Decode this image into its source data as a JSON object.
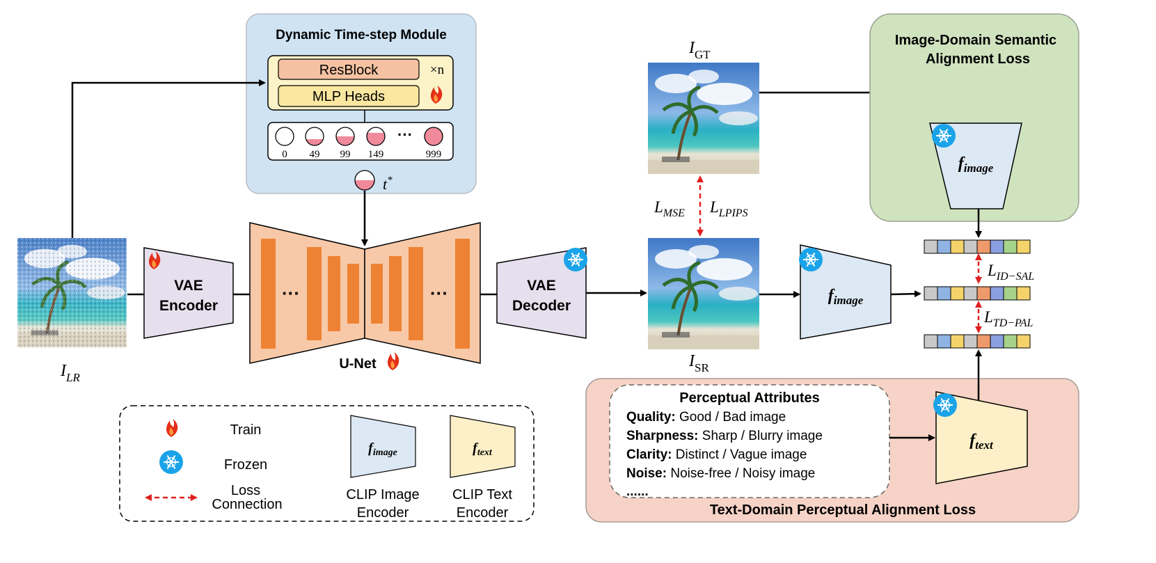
{
  "dynamic_module": {
    "title": "Dynamic Time-step Module",
    "resblock_label": "ResBlock",
    "repeat_label": "×n",
    "mlp_label": "MLP Heads",
    "timesteps": [
      "0",
      "49",
      "99",
      "149",
      "999"
    ],
    "timestep_fills": [
      0,
      0.35,
      0.5,
      0.7,
      1.0
    ],
    "ellipsis": "···",
    "t_star": "t*"
  },
  "inputs": {
    "lr_label": "I_LR",
    "gt_label": "I_GT",
    "sr_label": "I_SR"
  },
  "vae_encoder": {
    "line1": "VAE",
    "line2": "Encoder"
  },
  "vae_decoder": {
    "line1": "VAE",
    "line2": "Decoder"
  },
  "unet": {
    "label": "U-Net",
    "ellipsis": "···"
  },
  "losses": {
    "mse": "L_MSE",
    "lpips": "L_LPIPS",
    "id_sal": "L_ID−SAL",
    "td_pal": "L_TD−PAL"
  },
  "image_domain_box": {
    "title_line1": "Image-Domain Semantic",
    "title_line2": "Alignment Loss"
  },
  "text_domain_box": {
    "title": "Text-Domain Perceptual Alignment Loss"
  },
  "encoders": {
    "f_image": "f_image",
    "f_text": "f_text"
  },
  "perceptual_attributes": {
    "title": "Perceptual Attributes",
    "rows": [
      {
        "key": "Quality:",
        "value": "Good /  Bad image"
      },
      {
        "key": "Sharpness:",
        "value": "Sharp / Blurry image"
      },
      {
        "key": "Clarity:",
        "value": "Distinct / Vague image"
      },
      {
        "key": "Noise:",
        "value": "Noise-free / Noisy image"
      }
    ],
    "more": "......"
  },
  "legend": {
    "train": "Train",
    "frozen": "Frozen",
    "loss_line1": "Loss",
    "loss_line2": "Connection",
    "clip_image_line1": "CLIP Image",
    "clip_image_line2": "Encoder",
    "clip_text_line1": "CLIP Text",
    "clip_text_line2": "Encoder"
  },
  "colors": {
    "module_bg": "#cfe3f3",
    "resblock": "#f4c2a2",
    "mlp": "#fbe7a0",
    "unet": "#f7c9a8",
    "unet_bar": "#ee8234",
    "vae": "#e6e0ee",
    "image_enc": "#dce8f4",
    "text_enc": "#fdf0c8",
    "green_box": "#cfe3bf",
    "pink_box": "#f6d3c6",
    "loss_arrow": "#e02020",
    "token_colors": [
      "#c8c8c8",
      "#8fb4e3",
      "#f4d36b",
      "#c8c8c8",
      "#ef9a6a",
      "#8a9fe0",
      "#a6d38a",
      "#f4d36b"
    ]
  }
}
